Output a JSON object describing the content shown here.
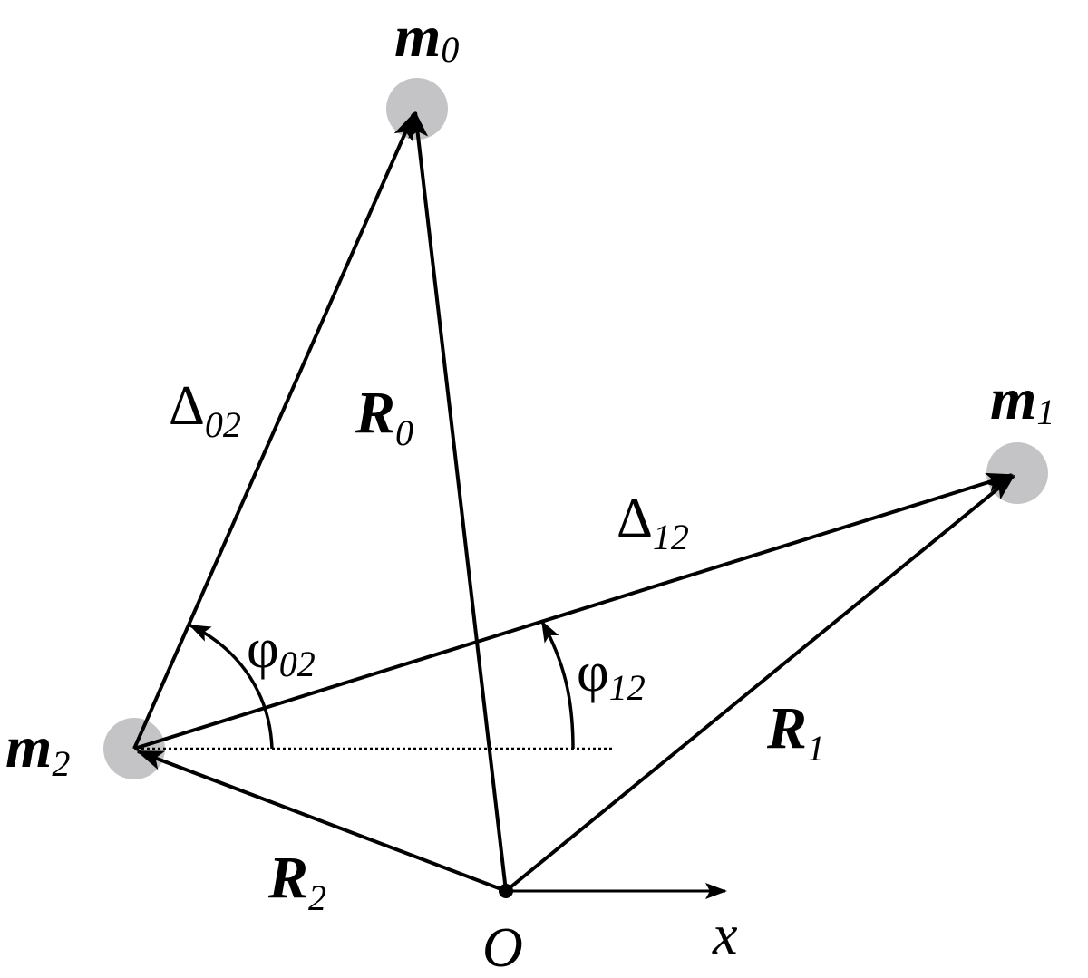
{
  "colors": {
    "ink": "#000000",
    "mass": "#c4c4c6",
    "background": "#ffffff"
  },
  "labels": {
    "m0": {
      "main": "m",
      "sub": "0"
    },
    "m1": {
      "main": "m",
      "sub": "1"
    },
    "m2": {
      "main": "m",
      "sub": "2"
    },
    "R0": {
      "main": "R",
      "sub": "0"
    },
    "R1": {
      "main": "R",
      "sub": "1"
    },
    "R2": {
      "main": "R",
      "sub": "2"
    },
    "delta02": {
      "main": "Δ",
      "sub": "02"
    },
    "delta12": {
      "main": "Δ",
      "sub": "12"
    },
    "phi02": {
      "main": "φ",
      "sub": "02"
    },
    "phi12": {
      "main": "φ",
      "sub": "12"
    },
    "origin": "O",
    "x_axis": "x"
  }
}
